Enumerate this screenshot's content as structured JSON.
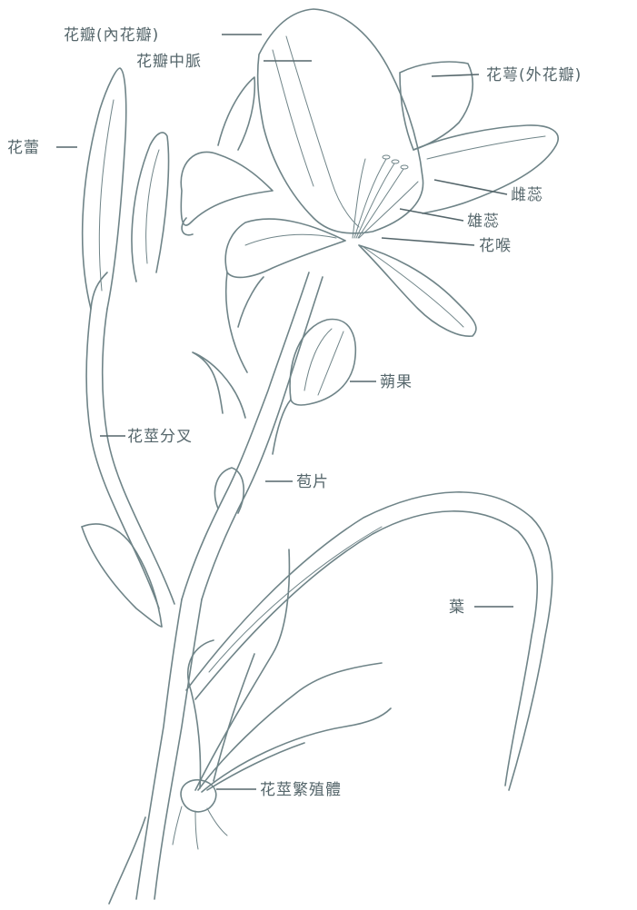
{
  "labels": {
    "inner_petal": "花瓣(內花瓣)",
    "petal_midrib": "花瓣中脈",
    "sepal": "花萼(外花瓣)",
    "bud": "花蕾",
    "pistil": "雌蕊",
    "stamen": "雄蕊",
    "throat": "花喉",
    "capsule": "蒴果",
    "scape_branch": "花莖分叉",
    "bract": "苞片",
    "leaf": "葉",
    "proliferation": "花莖繁殖體"
  },
  "colors": {
    "line": "#6f8488",
    "text": "#55666b",
    "background": "#ffffff"
  }
}
